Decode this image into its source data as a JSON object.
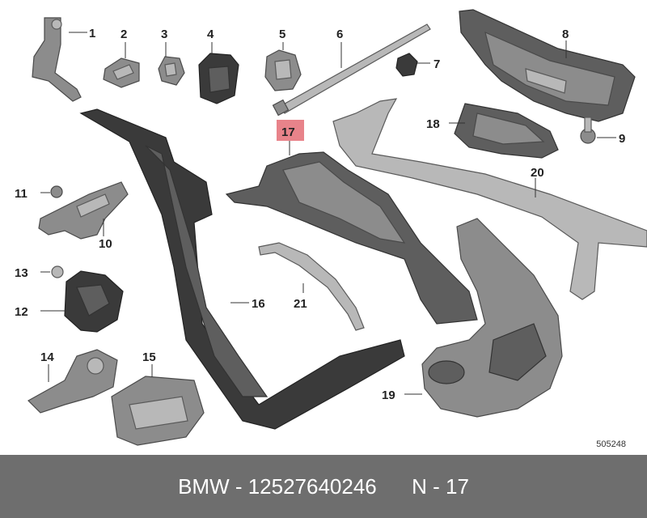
{
  "callouts": {
    "c1": "1",
    "c2": "2",
    "c3": "3",
    "c4": "4",
    "c5": "5",
    "c6": "6",
    "c7": "7",
    "c8": "8",
    "c9": "9",
    "c10": "10",
    "c11": "11",
    "c12": "12",
    "c13": "13",
    "c14": "14",
    "c15": "15",
    "c16": "16",
    "c17": "17",
    "c18": "18",
    "c19": "19",
    "c20": "20",
    "c21": "21"
  },
  "highlight": {
    "part": "17",
    "color": "#e8838a"
  },
  "document_number": "505248",
  "footer": {
    "brand": "BMW",
    "part_number": "12527640246",
    "position": "N - 17",
    "text": "BMW - 12527640246      N - 17"
  },
  "colors": {
    "footer_bg": "#6e6e6e",
    "footer_text": "#ffffff",
    "part_fill": "#8c8c8c"
  }
}
